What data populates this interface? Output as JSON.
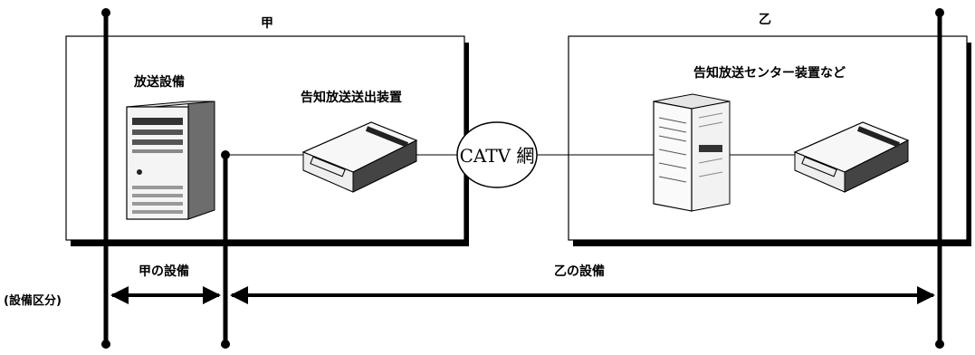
{
  "party_a": {
    "label": "甲",
    "broadcast_equipment": "放送設備",
    "transmitter": "告知放送送出装置"
  },
  "party_b": {
    "label": "乙",
    "center_equipment": "告知放送センター装置など"
  },
  "network": {
    "label": "CATV 網"
  },
  "division": {
    "caption": "(設備区分)",
    "a_equipment": "甲の設備",
    "b_equipment": "乙の設備"
  }
}
